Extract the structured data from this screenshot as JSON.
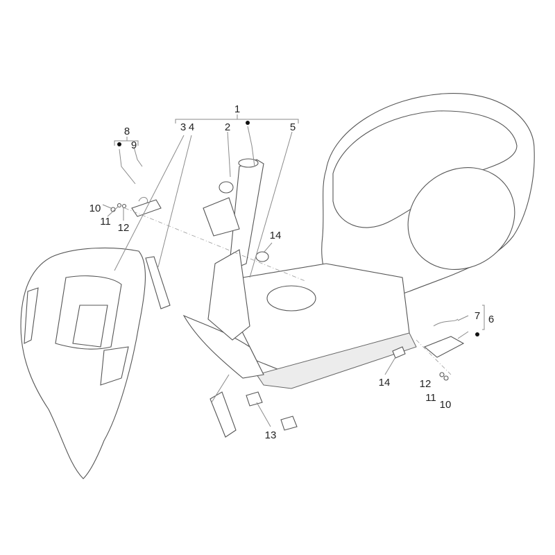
{
  "diagram": {
    "title": "Frame / bodywork exploded view",
    "labels": {
      "l1": "1",
      "l2": "2",
      "l3": "3",
      "l4": "4",
      "l5": "5",
      "l6": "6",
      "l7": "7",
      "l8": "8",
      "l9": "9",
      "l10a": "10",
      "l11a": "11",
      "l12a": "12",
      "l14a": "14",
      "l14b": "14",
      "l12b": "12",
      "l11b": "11",
      "l10b": "10",
      "l13": "13"
    },
    "colors": {
      "line": "#555555",
      "leader": "#8a8a8a",
      "text": "#222222"
    }
  }
}
